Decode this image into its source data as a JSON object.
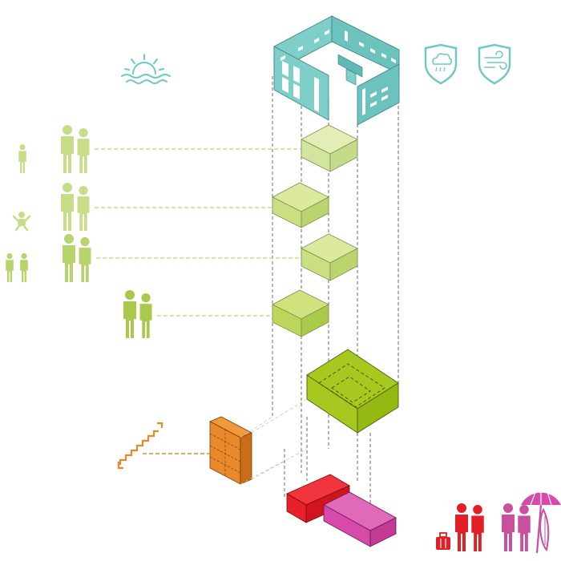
{
  "colors": {
    "background": "#ffffff",
    "tower_wall": "#7ecfca",
    "tower_wall_dark": "#5fb8b3",
    "tower_outline": "#3f7f7a",
    "window": "#ffffff",
    "weather_icon": "#6fc8c4",
    "floor_light_top": "#e2eeb6",
    "floor_light_side_left": "#d3e49e",
    "floor_light_side_right": "#c6db8a",
    "floor_mid_top": "#dcea9f",
    "floor_mid_side_left": "#c9df82",
    "floor_mid_side_right": "#bcd46f",
    "floor_dark_top": "#cfe27c",
    "floor_dark_side_left": "#bcd75c",
    "floor_dark_side_right": "#abc94a",
    "base_top": "#a7c81f",
    "base_side": "#95b812",
    "people_light": "#c7dd88",
    "people_mid": "#b6d36c",
    "people_dark": "#a8c94b",
    "stairs": "#e8892c",
    "stairs_dark": "#c96d16",
    "red_block": "#e8202a",
    "magenta_block": "#d84aa9",
    "red_people": "#e21f26",
    "magenta_people": "#c8509e",
    "dashed_line": "#444444",
    "dashed_green": "#c6dc87",
    "dashed_orange": "#e8892c"
  },
  "icons": {
    "sun": "sunrise-over-water-icon",
    "rain_badge": "rain-cloud-shield-icon",
    "wind_badge": "wind-shield-icon",
    "person": "person-icon",
    "baby": "baby-icon",
    "stairs": "staircase-icon",
    "suitcase": "suitcase-icon",
    "umbrella": "beach-umbrella-icon",
    "surfboard": "surfboard-icon"
  },
  "groups": {
    "floor_1": {
      "adults": 2,
      "children": 1,
      "babies": 0
    },
    "floor_2": {
      "adults": 2,
      "children": 0,
      "babies": 1
    },
    "floor_3": {
      "adults": 2,
      "children": 2,
      "babies": 0
    },
    "floor_4": {
      "adults": 2,
      "children": 0,
      "babies": 0
    },
    "travellers": {
      "adults": 2,
      "luggage": 1
    },
    "beachgoers": {
      "adults": 2,
      "umbrella": 1,
      "surfboard": 1
    }
  }
}
